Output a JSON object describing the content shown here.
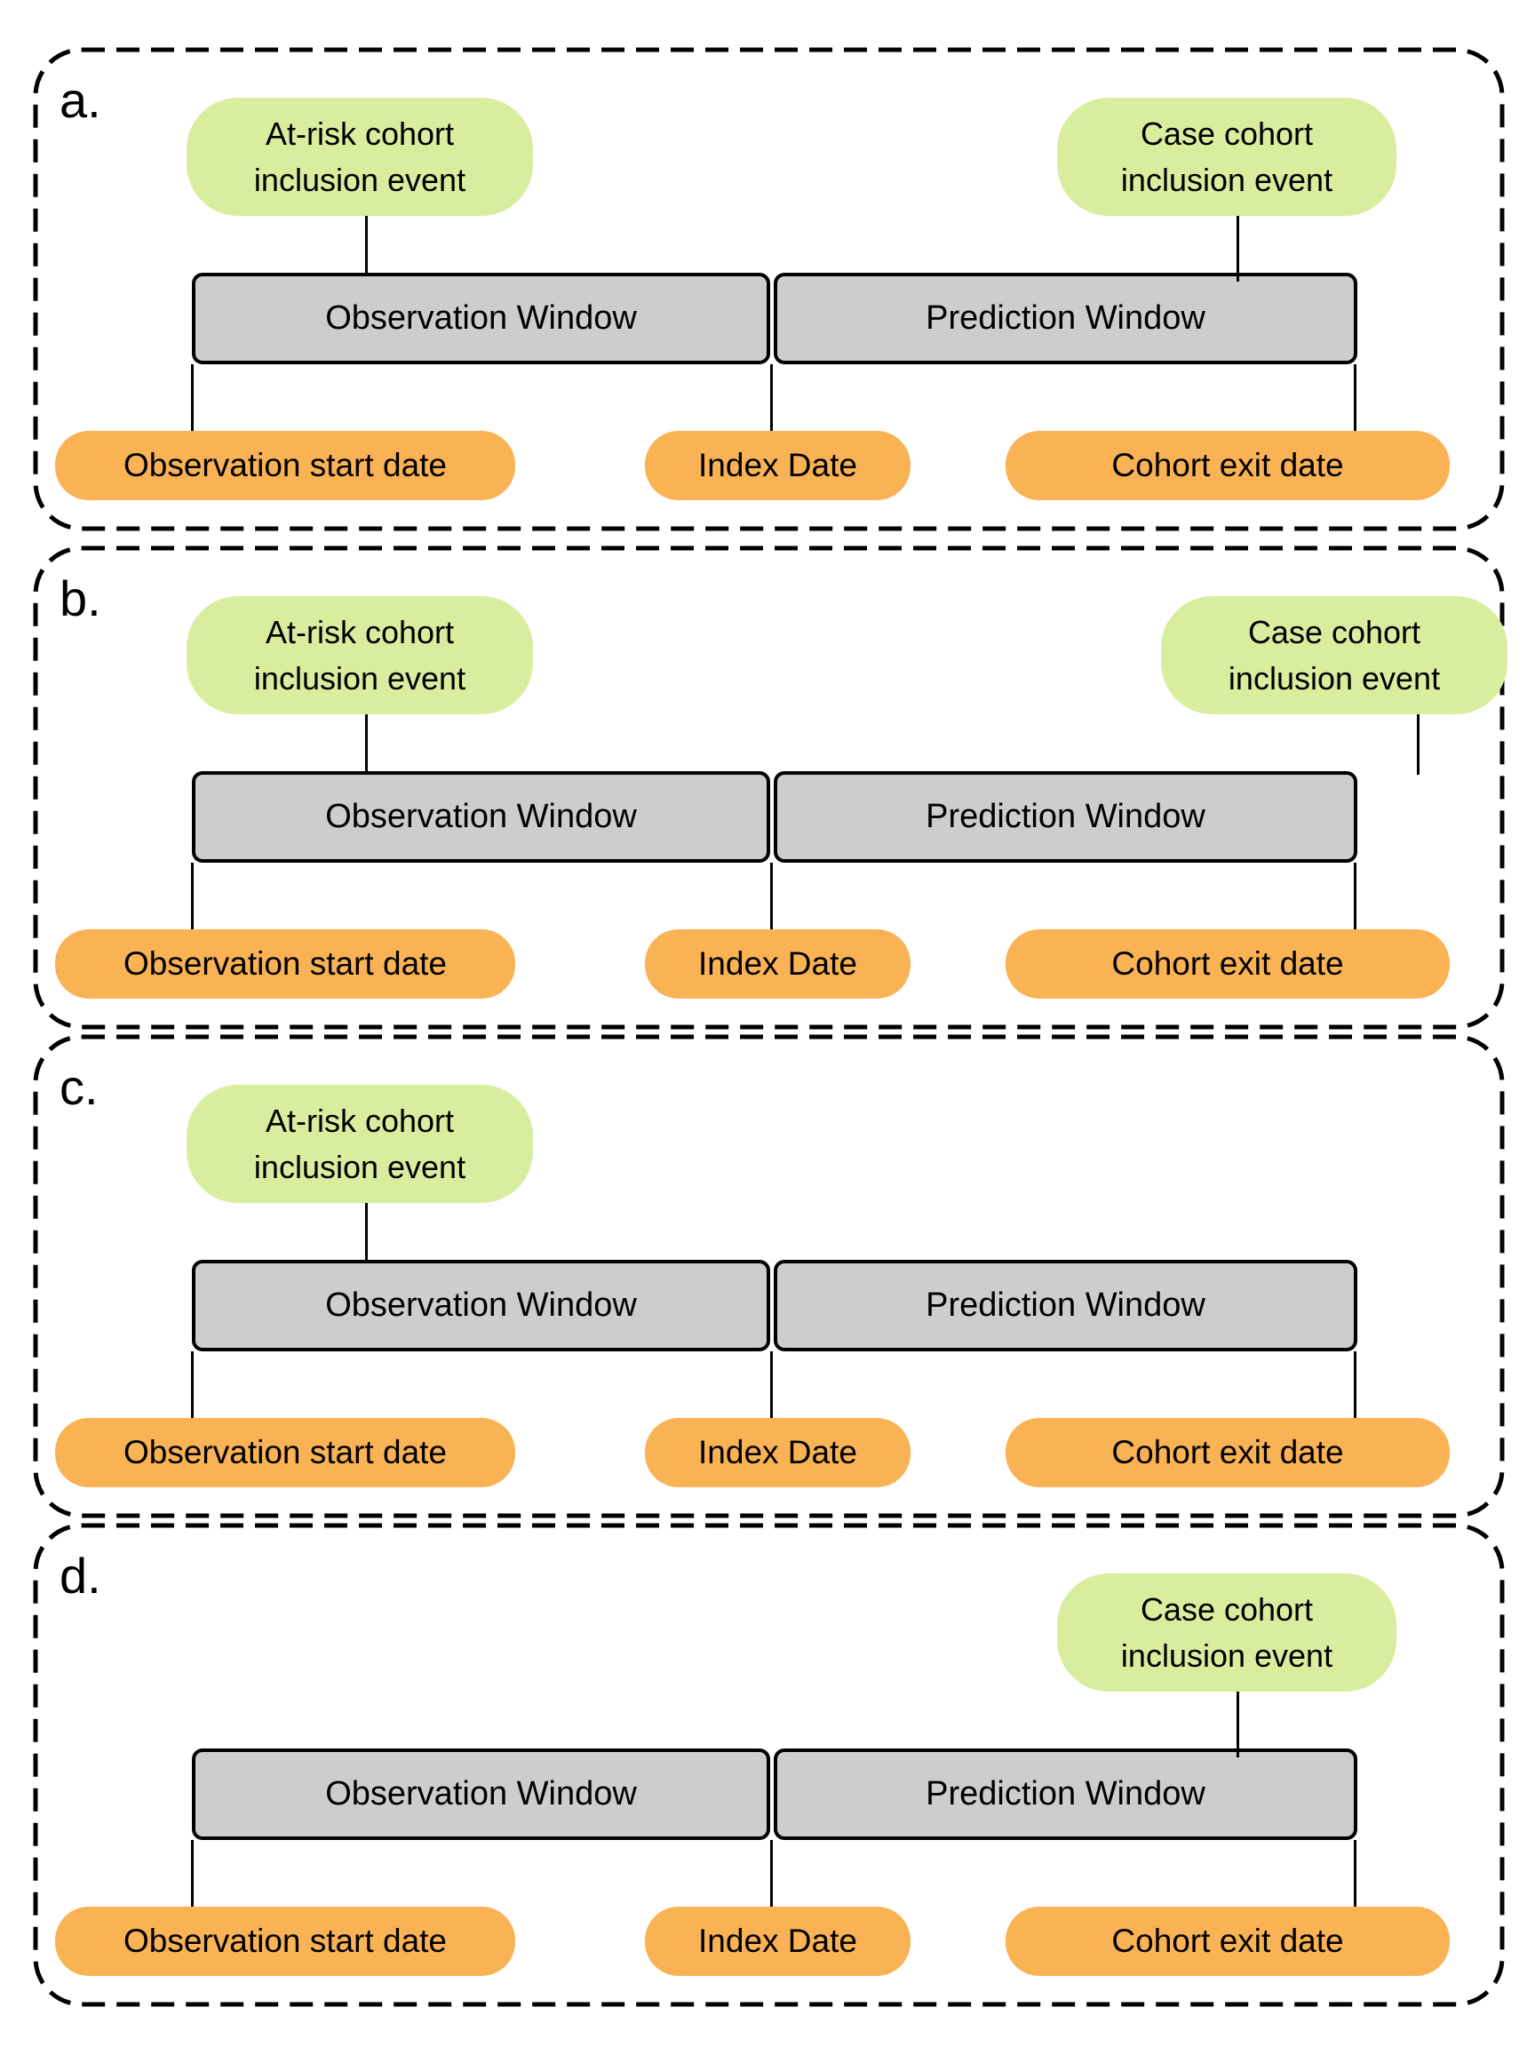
{
  "colors": {
    "green": "#d9ed9e",
    "orange": "#f9b254",
    "gray": "#cdcdcd",
    "line": "#000000",
    "background": "#ffffff"
  },
  "shared": {
    "at_risk_event": "At-risk cohort\ninclusion event",
    "case_event": "Case cohort\ninclusion event",
    "observation_window": "Observation Window",
    "prediction_window": "Prediction Window",
    "observation_start_date": "Observation start date",
    "index_date": "Index Date",
    "cohort_exit_date": "Cohort exit date"
  },
  "panels": [
    {
      "label": "a.",
      "has_at_risk_event": true,
      "has_case_event": true,
      "case_event_timing": "during prediction window"
    },
    {
      "label": "b.",
      "has_at_risk_event": true,
      "has_case_event": true,
      "case_event_timing": "after cohort exit date"
    },
    {
      "label": "c.",
      "has_at_risk_event": true,
      "has_case_event": false,
      "case_event_timing": null
    },
    {
      "label": "d.",
      "has_at_risk_event": false,
      "has_case_event": true,
      "case_event_timing": "during prediction window"
    }
  ]
}
